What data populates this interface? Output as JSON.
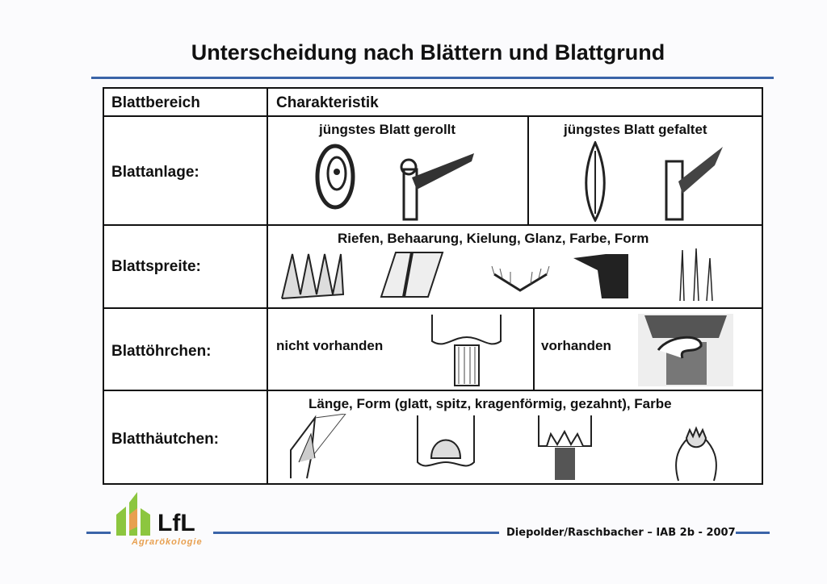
{
  "title": "Unterscheidung nach Blättern und Blattgrund",
  "table": {
    "headers": [
      "Blattbereich",
      "Charakteristik"
    ],
    "rows": [
      {
        "label": "Blattanlage:",
        "captions": [
          "jüngstes Blatt gerollt",
          "jüngstes Blatt gefaltet"
        ]
      },
      {
        "label": "Blattspreite:",
        "captions": [
          "Riefen, Behaarung, Kielung, Glanz, Farbe, Form"
        ]
      },
      {
        "label": "Blattöhrchen:",
        "captions": [
          "nicht vorhanden",
          "vorhanden"
        ]
      },
      {
        "label": "Blatthäutchen:",
        "captions": [
          "Länge, Form (glatt, spitz, kragenförmig, gezahnt), Farbe"
        ]
      }
    ]
  },
  "footer": {
    "logo_text": "LfL",
    "logo_sub": "Agrarökologie",
    "credit": "Diepolder/Raschbacher – IAB 2b - 2007"
  },
  "colors": {
    "accent": "#3a64a8",
    "logo_green": "#8cc63f",
    "logo_orange": "#e8a050"
  }
}
